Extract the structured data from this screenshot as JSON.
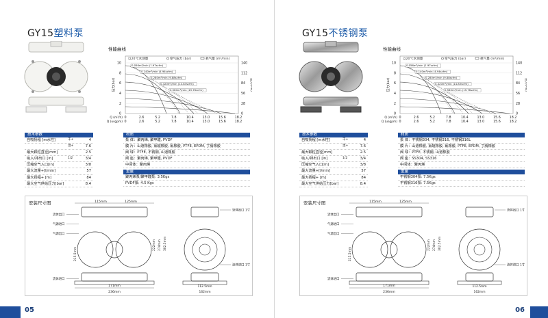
{
  "pages": [
    {
      "model": "GY15",
      "title": "塑料泵",
      "page_number": "05",
      "curve_title": "性能曲线",
      "legend": {
        "water": "以20℃水测量",
        "air_pressure": "空气压力 (bar)",
        "air_consumption": "耗气量 (m³/min)"
      },
      "axis_left": "压力(bar)",
      "axis_right": "压力(PSI)",
      "x_unit_top": "Q (m³/h)",
      "x_unit_bottom": "Q (usgpm)",
      "tech_header": "技术参数",
      "tech_rows": [
        {
          "k": "自吸扬程 [m水柱]",
          "u": "干+",
          "v": "4"
        },
        {
          "k": "",
          "u": "湿+",
          "v": "7.6"
        },
        {
          "k": "最大颗粒直径[mm]",
          "u": "",
          "v": "2.5"
        },
        {
          "k": "吸入/排出口 [in]",
          "u": "1/2",
          "v": "3/4"
        },
        {
          "k": "压缩空气入口[in]",
          "u": "",
          "v": "3/8"
        },
        {
          "k": "最大流量+[l/min]",
          "u": "",
          "v": "57"
        },
        {
          "k": "最大扬程+ [m]",
          "u": "",
          "v": "84"
        },
        {
          "k": "最大空气供给压力[bar]",
          "u": "",
          "v": "8.4"
        }
      ],
      "material_header": "材质",
      "material_rows": [
        "泵  体：聚丙烯, 聚甲醛, PVDF",
        "膜  片：山道橡胶, 氯醚橡胶, 氟橡胶, PTFE, EPDM, 丁腈橡胶",
        "阀  球：PTFE, 不锈钢, 山道橡胶",
        "阀  座：聚丙烯, 聚甲醛, PVDF",
        "中间体：聚丙烯"
      ],
      "weight_header": "重量",
      "weight_rows": [
        "聚丙烯泵/聚甲醛泵: 3.5Kgs",
        "PVDF泵: 4.5 Kgs"
      ],
      "dim_title": "安装尺寸图"
    },
    {
      "model": "GY15",
      "title": "不锈钢泵",
      "page_number": "06",
      "curve_title": "性能曲线",
      "legend": {
        "water": "以20℃水测量",
        "air_pressure": "空气压力 (bar)",
        "air_consumption": "耗气量 (m³/min)"
      },
      "axis_left": "压力(bar)",
      "axis_right": "压力(PSI)",
      "x_unit_top": "Q (m³/h)",
      "x_unit_bottom": "Q (usgpm)",
      "tech_header": "技术参数",
      "tech_rows": [
        {
          "k": "自吸扬程 [m水柱]",
          "u": "干+",
          "v": "4"
        },
        {
          "k": "",
          "u": "湿+",
          "v": "7.6"
        },
        {
          "k": "最大颗粒直径[mm]",
          "u": "",
          "v": "2.5"
        },
        {
          "k": "吸入/排出口 [in]",
          "u": "1/2",
          "v": "3/4"
        },
        {
          "k": "压缩空气入口[in]",
          "u": "",
          "v": "3/8"
        },
        {
          "k": "最大流量+[l/min]",
          "u": "",
          "v": "57"
        },
        {
          "k": "最大扬程+ [m]",
          "u": "",
          "v": "84"
        },
        {
          "k": "最大空气供给压力[bar]",
          "u": "",
          "v": "8.4"
        }
      ],
      "material_header": "材质",
      "material_rows": [
        "泵  体：不锈钢304, 不锈钢316, 不锈钢316L",
        "膜  片：山道橡胶, 氯醚橡胶, 氟橡胶, PTFE, EPDM, 丁腈橡胶",
        "阀  球：PTFE, 不锈钢, 山道橡胶",
        "阀  座：SS304, SS316",
        "中间体：聚丙烯"
      ],
      "weight_header": "重量",
      "weight_rows": [
        "不锈钢304泵: 7.5Kgs",
        "不锈钢316泵: 7.5Kgs"
      ],
      "dim_title": "安装尺寸图"
    }
  ],
  "chart_data": {
    "type": "line",
    "x_top": [
      "0",
      "2.6",
      "5.2",
      "7.8",
      "10.4",
      "13.0",
      "15.6",
      "18.2"
    ],
    "x_bottom": [
      "0",
      "2.6",
      "5.2",
      "7.8",
      "10.4",
      "13.0",
      "15.6",
      "18.2"
    ],
    "x_top_label": "Q (m³/h)",
    "y_left_ticks": [
      "0",
      "2",
      "4",
      "6",
      "8",
      "10"
    ],
    "y_right_ticks": [
      "0",
      "28",
      "56",
      "84",
      "112",
      "140"
    ],
    "ylim": [
      0,
      10
    ],
    "curve_labels": [
      "0.056m³/min (1.97scfm)",
      "0.140m³/min (4.94scfm)",
      "0.280m³/min (9.88scfm)",
      "0.420m³/min (14.83scfm)",
      "0.560m³/min (19.76scfm)"
    ],
    "colors": {
      "accent": "#1f4e9c",
      "title": "#1b5aa8"
    }
  },
  "dimensions": {
    "labels_left": [
      "流体出口",
      "气源进口",
      "气源出口",
      "流体进口"
    ],
    "size_labels": [
      "1寸",
      "1寸",
      "1寸",
      "1寸"
    ],
    "top": [
      "115mm",
      "125mm"
    ],
    "bottom": [
      "171mm",
      "236mm"
    ],
    "side_bottom": [
      "112.5mm",
      "162mm"
    ],
    "vertical": [
      "215.5mm",
      "222mm",
      "274mm",
      "302.5mm"
    ]
  }
}
